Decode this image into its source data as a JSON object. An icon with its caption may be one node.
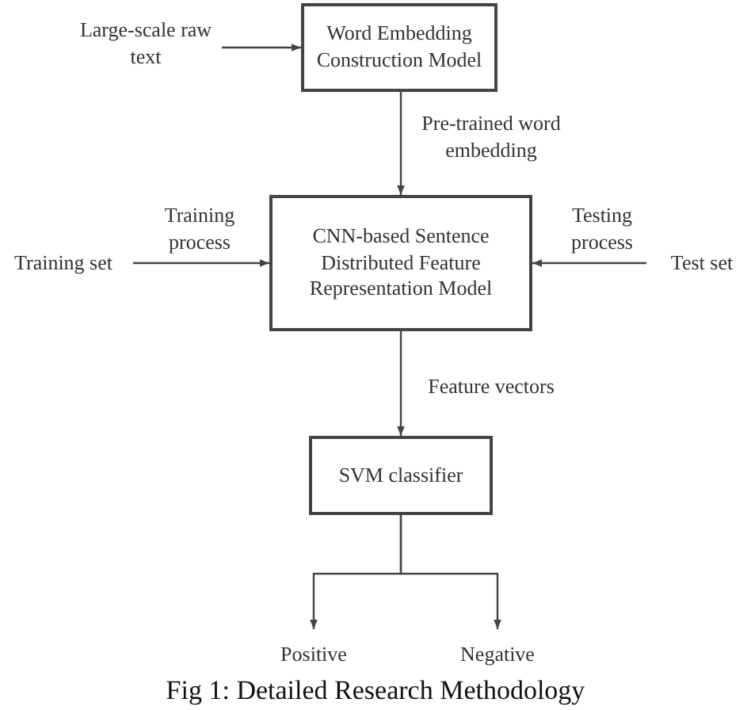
{
  "diagram": {
    "caption": "Fig 1: Detailed Research Methodology",
    "nodes": [
      {
        "text": [
          "Large-scale raw text"
        ]
      },
      {
        "text": [
          "Word Embedding Construction Model"
        ]
      },
      {
        "text": [
          "Training set"
        ]
      },
      {
        "text": [
          "CNN-based Sentence Distributed Feature Representation Model"
        ]
      },
      {
        "text": [
          "Test set"
        ]
      },
      {
        "text": [
          "SVM classifier"
        ]
      },
      {
        "text": [
          "Positive"
        ]
      },
      {
        "text": [
          "Negative"
        ]
      }
    ],
    "edges": [
      {
        "from": 0,
        "to": 1,
        "arrow": "to"
      },
      {
        "from": 1,
        "to": 3,
        "arrow": "to",
        "label": "Pre-trained word embedding"
      },
      {
        "from": 2,
        "to": 3,
        "arrow": "to",
        "label": "Training process"
      },
      {
        "from": 4,
        "to": 3,
        "arrow": "to",
        "label": "Testing process"
      },
      {
        "from": 3,
        "to": 5,
        "arrow": "to",
        "label": "Feature vectors"
      },
      {
        "from": 5,
        "to": 6,
        "arrow": "to"
      },
      {
        "from": 5,
        "to": 7,
        "arrow": "to"
      }
    ]
  }
}
